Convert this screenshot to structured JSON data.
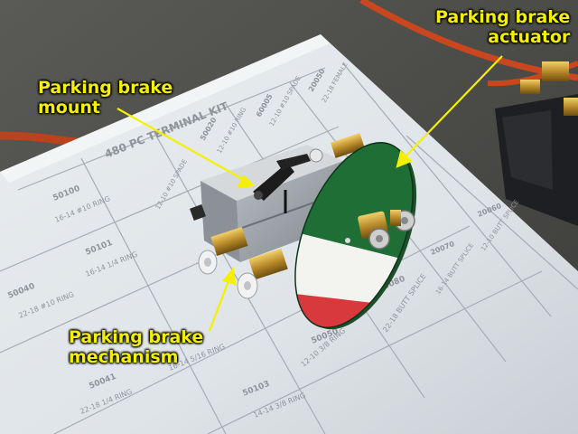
{
  "annotations": {
    "actuator": [
      "Parking brake",
      "actuator"
    ],
    "mount": [
      "Parking brake",
      "mount"
    ],
    "mechanism": [
      "Parking brake",
      "mechanism"
    ]
  },
  "tray": {
    "title": "480 PC TERMINAL KIT",
    "cells": [
      {
        "code": "50100",
        "desc": "16-14 #10 RING"
      },
      {
        "code": "50101",
        "desc": "16-14 1/4 RING"
      },
      {
        "code": "50040",
        "desc": "22-18 #10 RING"
      },
      {
        "code": "50041",
        "desc": "22-18 1/4 RING"
      },
      {
        "code": "50103",
        "desc": "14-14 3/8 RING"
      },
      {
        "code": "50050",
        "desc": "12-10 3/8 RING"
      },
      {
        "code": "20080",
        "desc": "22-18 BUTT SPLICE"
      },
      {
        "code": "20070",
        "desc": "16-14 BUTT SPLICE"
      },
      {
        "code": "20060",
        "desc": "12-10 BUTT SPLICE"
      },
      {
        "code": "50020",
        "desc": "12-10 #10 RING"
      },
      {
        "code": "60005",
        "desc": "12-10 #10 SPADE"
      },
      {
        "code": "20050",
        "desc": "22-18 FEMALE"
      },
      {
        "desc": "16-14 5/16 RING"
      },
      {
        "desc": "12-10 #10 SPADE"
      }
    ]
  },
  "colors": {
    "actuator_green": "#1f6e35",
    "actuator_white": "#f3f3ef",
    "actuator_red": "#d8393c",
    "annotation_yellow": "#f4f000",
    "hose_orange": "#c8471e"
  }
}
